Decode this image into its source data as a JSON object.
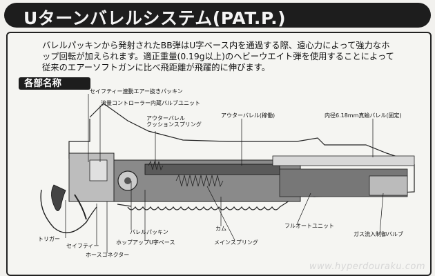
{
  "header": {
    "title": "Uターンバレルシステム(PAT.P.)"
  },
  "intro": {
    "lines": [
      "バレルパッキンから発射されたBB弾はU字ベース内を通過する際、遠心力によって強力なホ",
      "ップ回転が加えられます。適正重量(0.19g以上)のヘビーウエイト弾を使用することによって",
      "従来のエアーソフトガンに比べ飛距離が飛躍的に伸びます。"
    ]
  },
  "section": {
    "title": "各部名称"
  },
  "parts": {
    "safety_air_packing": "セイフティー連動エアー抜きパッキン",
    "flow_controller": "流量コントローラー内蔵バルブユニット",
    "outer_barrel_spring": "アウターバレル\nクッションスプリング",
    "outer_barrel": "アウターバレル(稼働)",
    "inner_barrel": "内径6.18mm真鍮バレル(固定)",
    "trigger": "トリガー",
    "safety": "セイフティー",
    "hose_connector": "ホースコネクター",
    "barrel_packing": "バレルパッキン",
    "hopup_base": "ホップアップU字ベース",
    "cam": "カム",
    "main_spring": "メインスプリング",
    "full_auto_unit": "フルオートユニット",
    "gas_valve": "ガス流入制御バルブ"
  },
  "watermark": "www.hyperdouraku.com"
}
